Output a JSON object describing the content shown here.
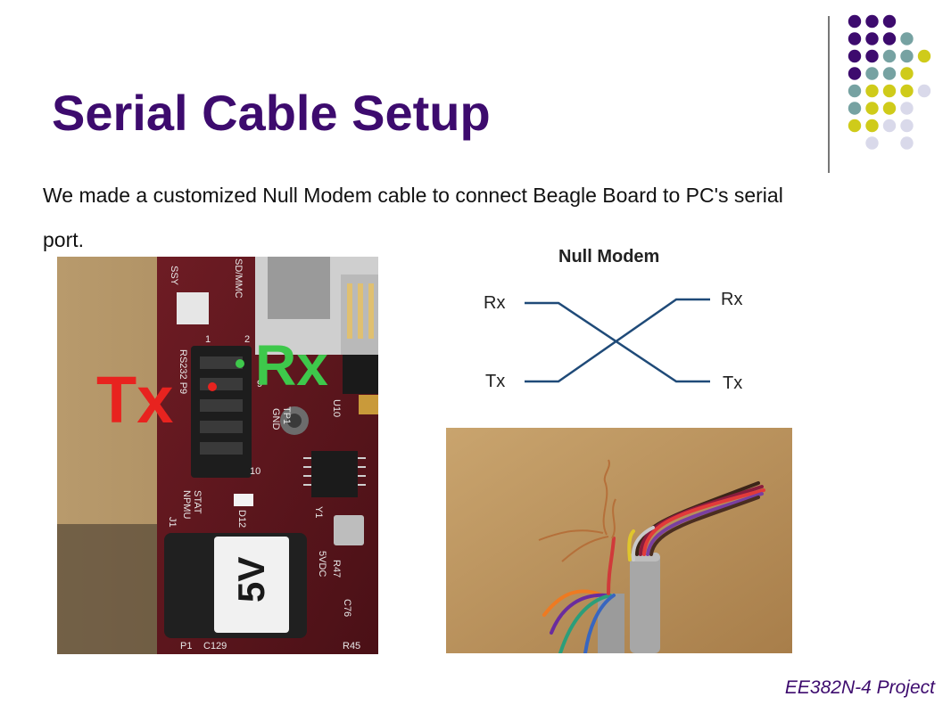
{
  "slide": {
    "title": "Serial Cable Setup",
    "body": "We made a customized Null Modem cable to connect Beagle Board to PC's serial port.",
    "footer": "EE382N-4 Project"
  },
  "diagram": {
    "title": "Null Modem",
    "left_top_label": "Rx",
    "left_bottom_label": "Tx",
    "right_top_label": "Rx",
    "right_bottom_label": "Tx"
  },
  "board_photo": {
    "tx_label": "Tx",
    "rx_label": "Rx",
    "silkscreen": {
      "ssy": "SSY",
      "sdmmc": "SD/MMC",
      "rs232": "RS232 P9",
      "gnd": "GND",
      "tp1": "TP1",
      "u10": "U10",
      "npmu": "NPMU",
      "stat": "STAT",
      "j1": "J1",
      "d12": "D12",
      "y1": "Y1",
      "vdc": "5VDC",
      "r47": "R47",
      "c76": "C76",
      "c129": "C129",
      "p1": "P1",
      "r45": "R45",
      "pin1": "1",
      "pin2": "2",
      "pin9": "9",
      "pin10": "10",
      "barrel_label": "5V"
    }
  },
  "colors": {
    "title": "#3d0b6e",
    "dot_purple": "#3d0b6e",
    "dot_teal": "#76a2a2",
    "dot_yellow": "#cfcb1a",
    "dot_lavender": "#d9d9ea",
    "tx_red": "#e8231f",
    "rx_green": "#3ec84b",
    "diagram_line": "#1f4a78"
  },
  "decor": {
    "dot_grid": [
      [
        "purple",
        "purple",
        "purple",
        null,
        null
      ],
      [
        "purple",
        "purple",
        "purple",
        "teal",
        null
      ],
      [
        "purple",
        "purple",
        "teal",
        "teal",
        "yellow"
      ],
      [
        "purple",
        "teal",
        "teal",
        "yellow",
        null
      ],
      [
        "teal",
        "yellow",
        "yellow",
        "yellow",
        "lavender"
      ],
      [
        "teal",
        "yellow",
        "yellow",
        "lavender",
        null
      ],
      [
        "yellow",
        "yellow",
        "lavender",
        "lavender",
        null
      ],
      [
        null,
        "lavender",
        null,
        "lavender",
        null
      ]
    ]
  }
}
